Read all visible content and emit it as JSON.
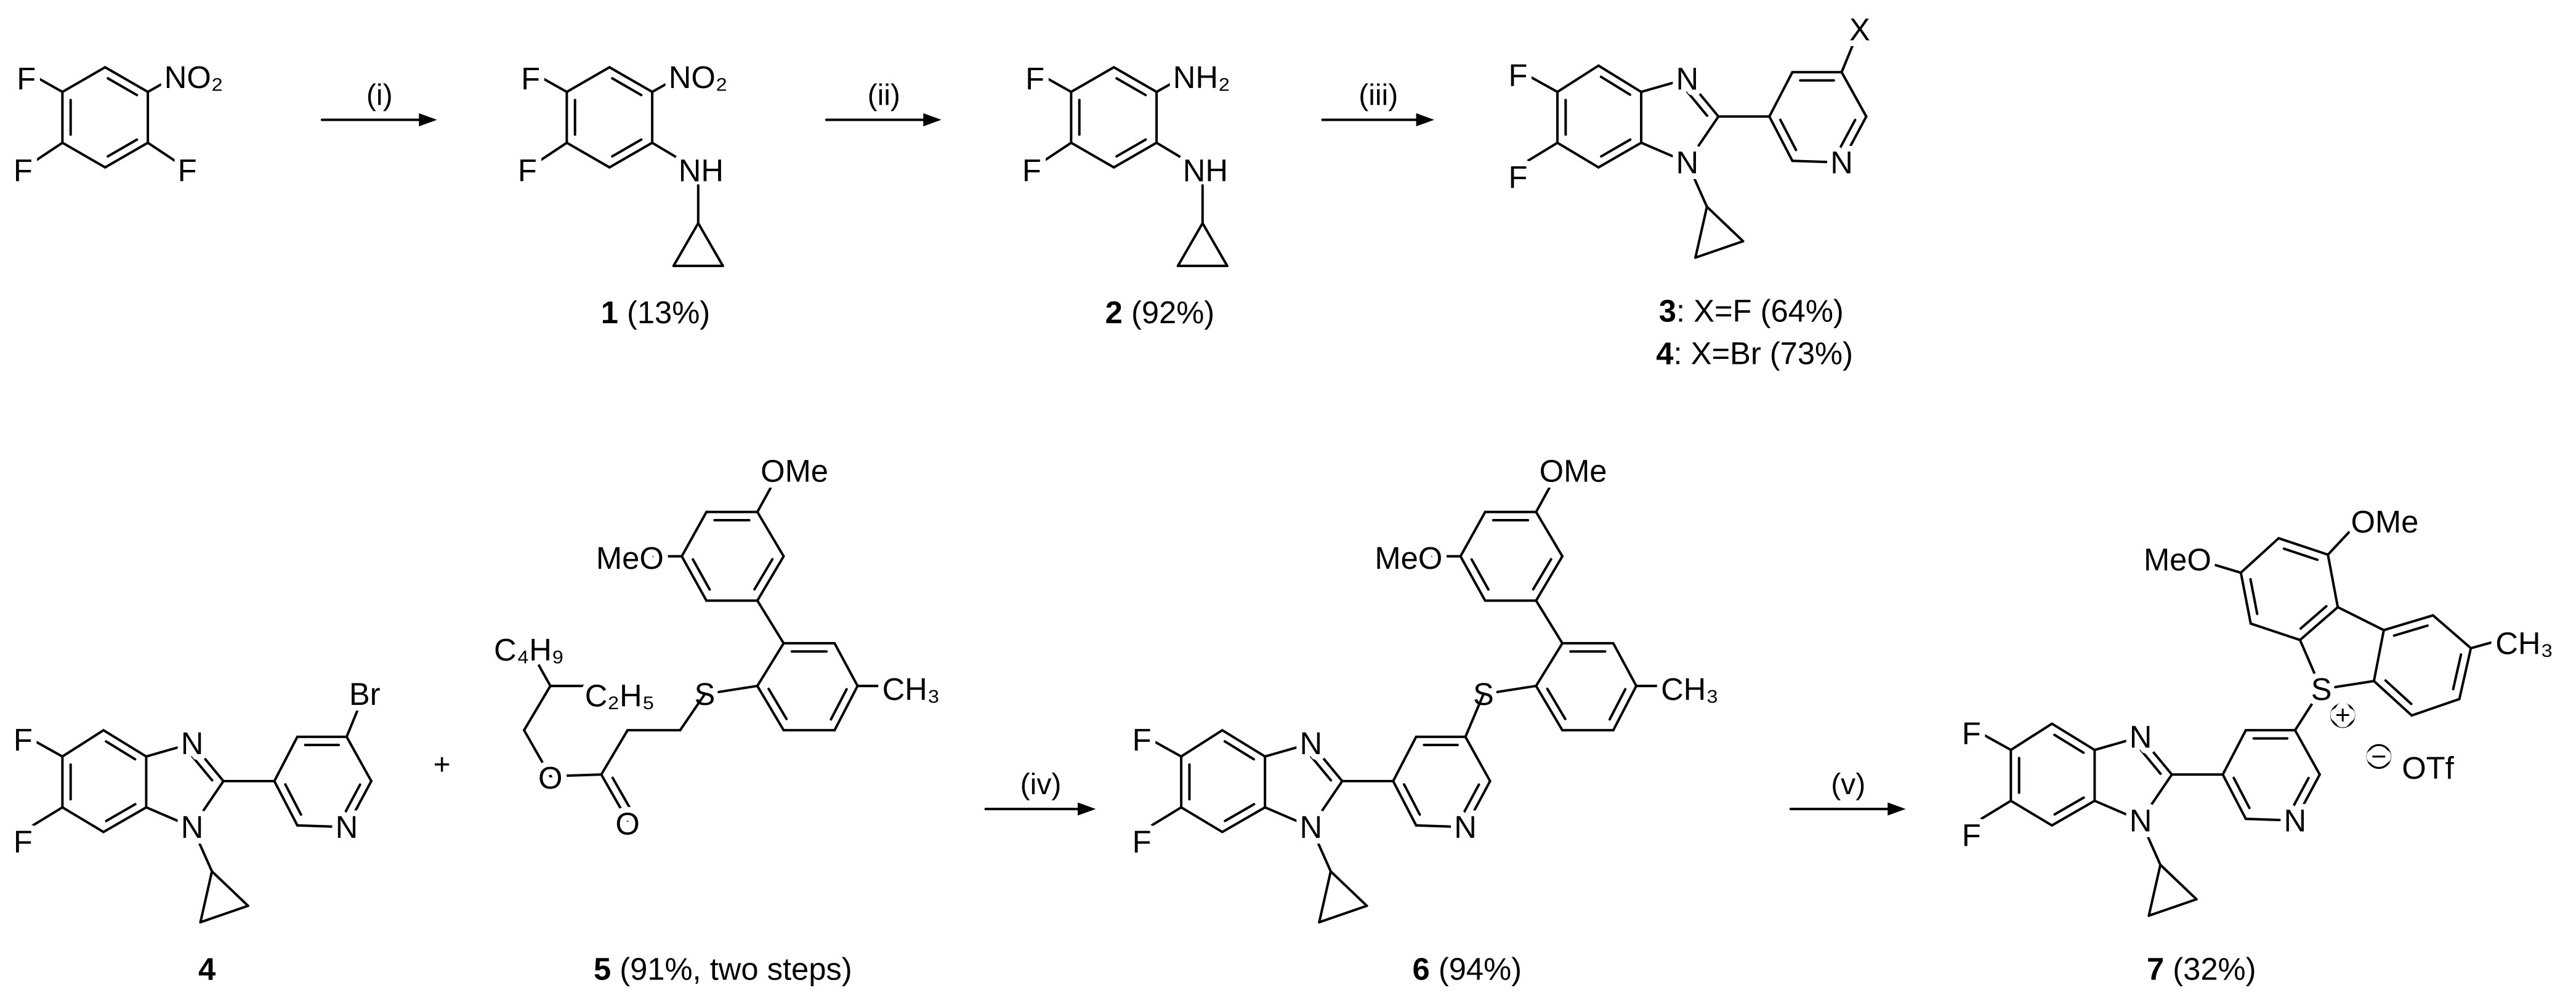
{
  "scheme": {
    "steps": [
      "(i)",
      "(ii)",
      "(iii)",
      "(iv)",
      "(v)"
    ],
    "plus": "+",
    "sm": {
      "atoms": [
        "F",
        "NO₂",
        "F",
        "F"
      ]
    },
    "c1": {
      "number": "1",
      "yield": " (13%)",
      "atoms": [
        "F",
        "NO₂",
        "F",
        "NH"
      ]
    },
    "c2": {
      "number": "2",
      "yield": " (92%)",
      "atoms": [
        "F",
        "NH₂",
        "F",
        "NH"
      ]
    },
    "c3": {
      "atoms": [
        "F",
        "F",
        "N",
        "N",
        "N",
        "X"
      ],
      "labels": [
        {
          "number": "3",
          "text": ": X=F (64%)"
        },
        {
          "number": "4",
          "text": ": X=Br (73%)"
        }
      ]
    },
    "c4": {
      "number": "4",
      "atoms": [
        "F",
        "F",
        "N",
        "N",
        "N",
        "Br"
      ]
    },
    "c5": {
      "number": "5",
      "yield": " (91%, two steps)",
      "atoms": [
        "C₄H₉",
        "C₂H₅",
        "O",
        "O",
        "S",
        "CH₃",
        "OMe",
        "MeO"
      ]
    },
    "c6": {
      "number": "6",
      "yield": " (94%)",
      "atoms": [
        "F",
        "F",
        "N",
        "N",
        "N",
        "S",
        "CH₃",
        "OMe",
        "MeO"
      ]
    },
    "c7": {
      "number": "7",
      "yield": " (32%)",
      "atoms": [
        "F",
        "F",
        "N",
        "N",
        "N",
        "S",
        "CH₃",
        "OMe",
        "MeO"
      ],
      "cation_charge": "+",
      "anion_charge": "−",
      "counterion": "OTf"
    }
  }
}
